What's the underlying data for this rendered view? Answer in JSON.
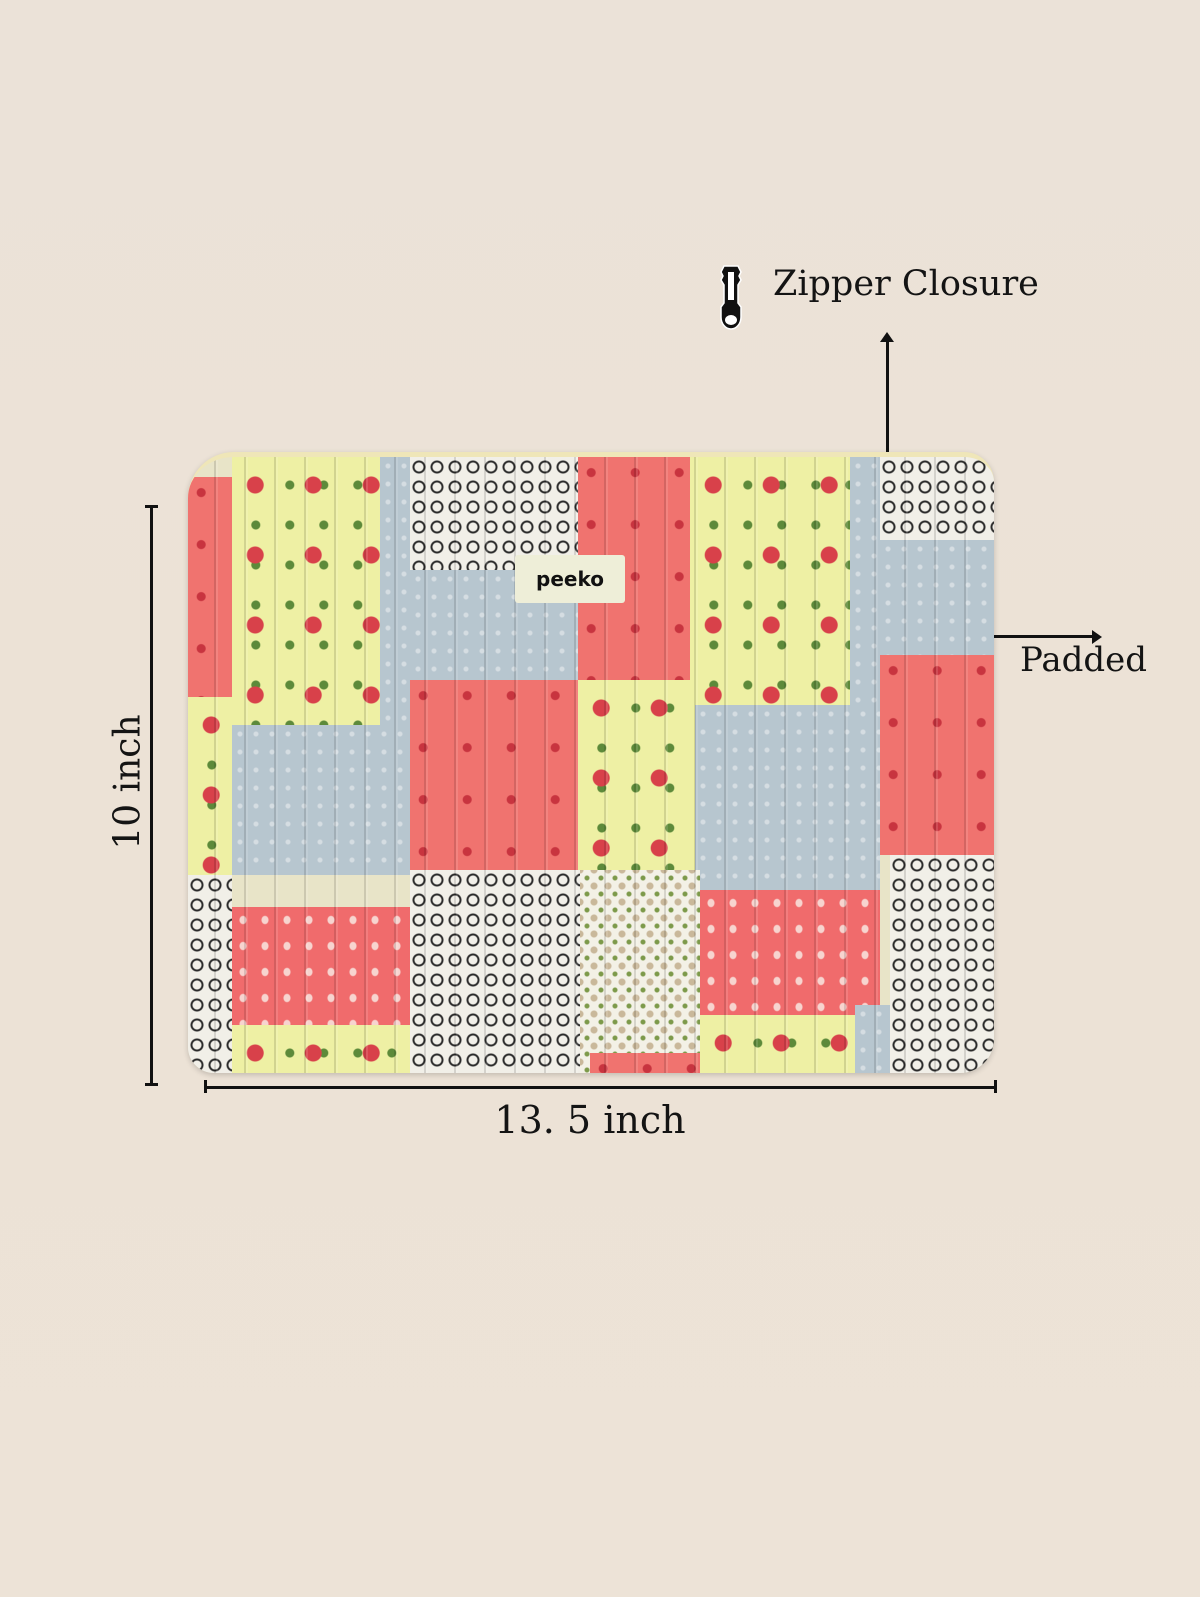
{
  "brand_label": "peeko",
  "features": {
    "zipper": "Zipper Closure",
    "padded": "Padded"
  },
  "dimensions": {
    "height": "10 inch",
    "width": "13. 5 inch"
  },
  "icons": [
    "zipper-icon"
  ],
  "colors": {
    "background": "#ebe2d8",
    "pink": "#f0736f",
    "yellow": "#eef0a4",
    "blue": "#b7c6cf"
  }
}
